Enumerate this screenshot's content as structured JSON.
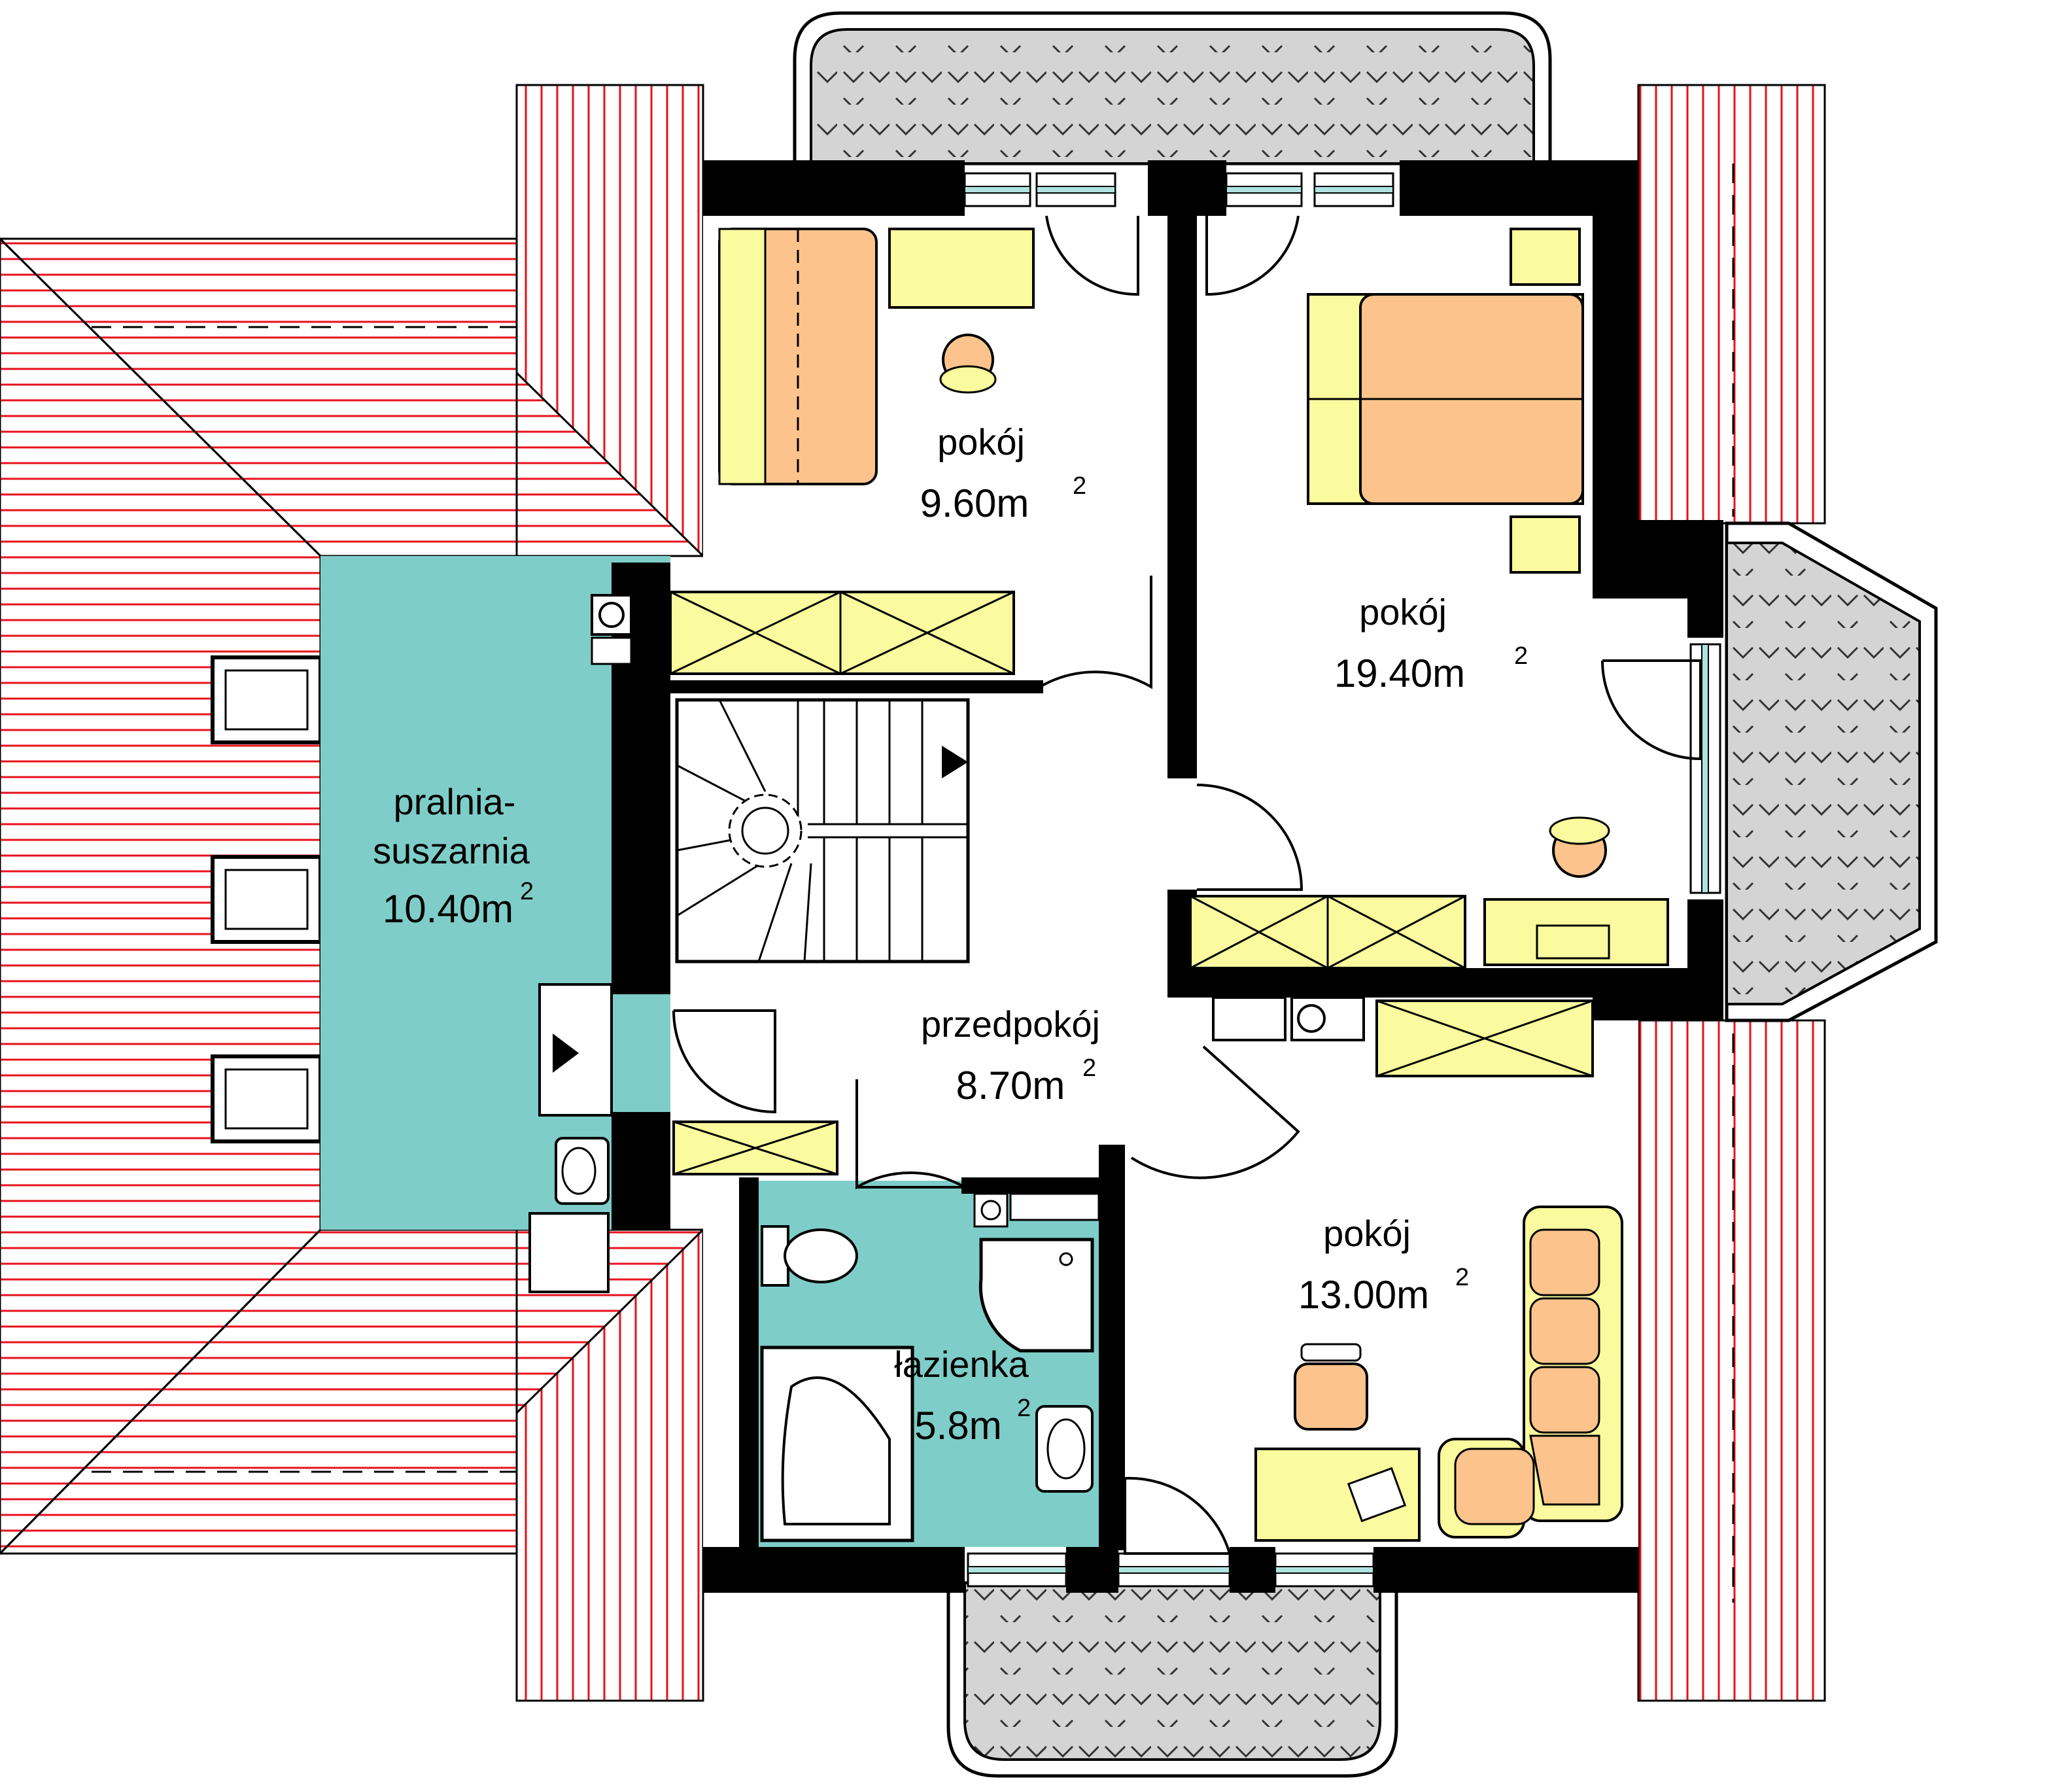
{
  "colors": {
    "roof_line": "#e8111c",
    "wall": "#000000",
    "wet_room": "#7fcdc8",
    "furniture_yellow": "#fafa9e",
    "furniture_orange": "#fcc48c",
    "balcony_fill": "#d4d4d4",
    "window_glass": "#aee3e0",
    "floor": "#ffffff"
  },
  "rooms": [
    {
      "id": "pokoj-1",
      "name": "pokój",
      "area": "9.60m",
      "unit_sup": "2"
    },
    {
      "id": "pokoj-2",
      "name": "pokój",
      "area": "19.40m",
      "unit_sup": "2"
    },
    {
      "id": "pralnia",
      "name_line1": "pralnia-",
      "name_line2": "suszarnia",
      "area": "10.40m",
      "unit_sup": "2"
    },
    {
      "id": "przedpokoj",
      "name": "przedpokój",
      "area": "8.70m",
      "unit_sup": "2"
    },
    {
      "id": "pokoj-3",
      "name": "pokój",
      "area": "13.00m",
      "unit_sup": "2"
    },
    {
      "id": "lazienka",
      "name": "łazienka",
      "area": "5.8m",
      "unit_sup": "2"
    }
  ]
}
